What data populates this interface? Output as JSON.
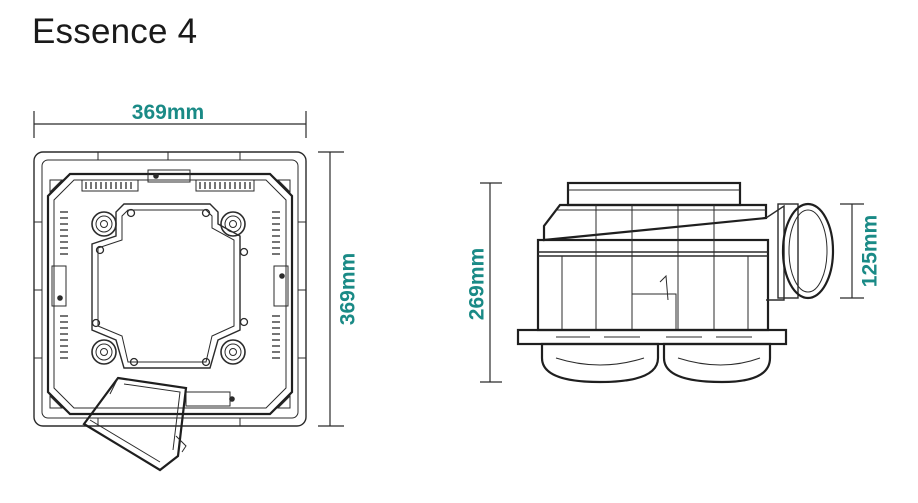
{
  "title": "Essence 4",
  "accent_color": "#1a8a86",
  "top_view": {
    "width_label": "369mm",
    "height_label": "369mm"
  },
  "side_view": {
    "height_label": "269mm",
    "duct_label": "125mm"
  }
}
